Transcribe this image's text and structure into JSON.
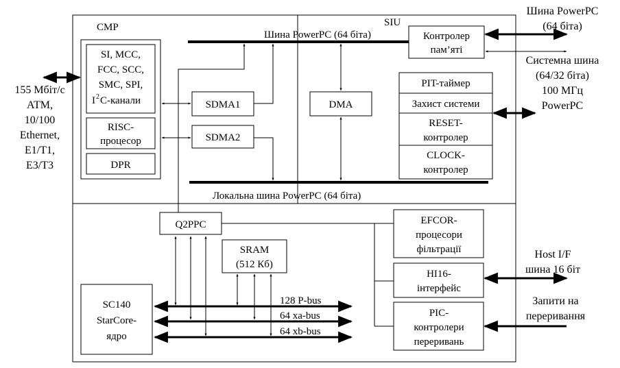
{
  "blocks": {
    "cmp": "CMP",
    "siu": "SIU",
    "mcc_lines": [
      "SI, MCC,",
      "FCC, SCC,",
      "SMC, SPI,",
      "C-канали"
    ],
    "i2c_prefix": "I",
    "i2c_sup": "2",
    "risc_lines": [
      "RISC-",
      "процесор"
    ],
    "dpr": "DPR",
    "sdma1": "SDMA1",
    "sdma2": "SDMA2",
    "dma": "DMA",
    "memctrl_lines": [
      "Контролер",
      "пам’яті"
    ],
    "pit": "PIT-таймер",
    "protect": "Захист системи",
    "reset_lines": [
      "RESET-",
      "контролер"
    ],
    "clock_lines": [
      "CLOCK-",
      "контролер"
    ],
    "q2ppc": "Q2PPC",
    "sram_lines": [
      "SRAM",
      "(512 Кб)"
    ],
    "efcor_lines": [
      "EFCOR-",
      "процесори",
      "фільтрації"
    ],
    "hi16_lines": [
      "HI16-",
      "інтерфейс"
    ],
    "pic_lines": [
      "PIC-",
      "контролери",
      "переривань"
    ],
    "sc140_lines": [
      "SC140",
      "StarCore-",
      "ядро"
    ]
  },
  "buses": {
    "ppc_bus": "Шина PowerPC (64 біта)",
    "local_bus": "Локальна шина PowerPC (64 біта)",
    "pbus": "128 P-bus",
    "xabus": "64 xa-bus",
    "xbbus": "64 xb-bus"
  },
  "external": {
    "ppc_ext_lines": [
      "Шина PowerPC",
      "(64 біта)"
    ],
    "sysbus_lines": [
      "Системна шина",
      "(64/32 біта)",
      "100 МГц",
      "PowerPC"
    ],
    "left_lines": [
      "155 Мбіт/с",
      "АТМ,",
      "10/100",
      "Ethernet,",
      "E1/T1,",
      "E3/T3"
    ],
    "host_lines": [
      "Host I/F",
      "шина 16 біт"
    ],
    "irq_lines": [
      "Запити на",
      "переривання"
    ]
  }
}
